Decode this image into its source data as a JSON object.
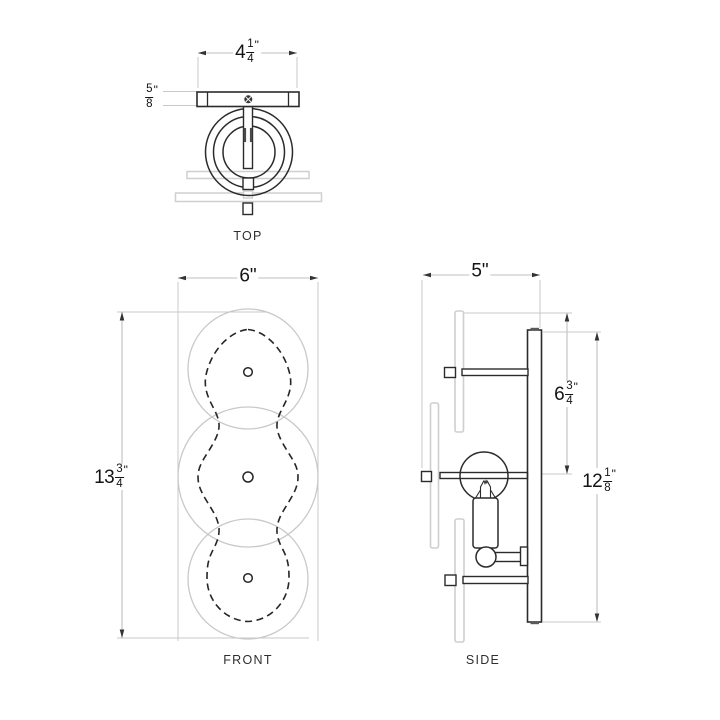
{
  "drawing": {
    "type": "wall-sconce-dimension-diagram",
    "views": {
      "top": "TOP",
      "front": "FRONT",
      "side": "SIDE"
    },
    "dims": {
      "top_width": {
        "whole": "4",
        "num": "1",
        "den": "4",
        "unit": "\""
      },
      "top_depth": {
        "num": "5",
        "den": "8",
        "unit": "\""
      },
      "front_width": {
        "text": "6\""
      },
      "front_height": {
        "whole": "13",
        "num": "3",
        "den": "4",
        "unit": "\""
      },
      "side_depth": {
        "text": "5\""
      },
      "side_panel_to_arm": {
        "whole": "6",
        "num": "3",
        "den": "4",
        "unit": "\""
      },
      "side_height": {
        "whole": "12",
        "num": "1",
        "den": "8",
        "unit": "\""
      }
    },
    "colors": {
      "object_line": "#2b2b2b",
      "glass_line": "#cfcfcf",
      "dim_line": "#bdbdbd",
      "arrow": "#333333",
      "text": "#141414",
      "background": "#ffffff"
    }
  }
}
